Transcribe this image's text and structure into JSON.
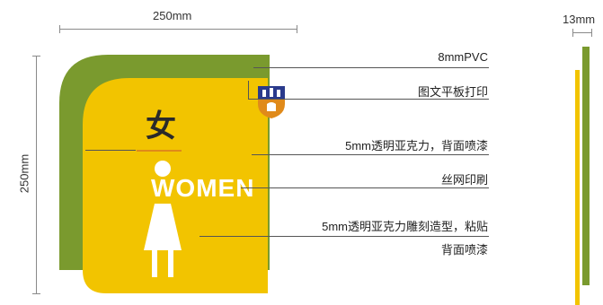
{
  "dimensions": {
    "width": "250mm",
    "height": "250mm",
    "thickness": "13mm"
  },
  "sign": {
    "chinese": "女",
    "english": "WOMEN"
  },
  "callouts": [
    {
      "text": "8mmPVC"
    },
    {
      "text": "图文平板打印"
    },
    {
      "text": "5mm透明亚克力，背面喷漆"
    },
    {
      "text": "丝网印刷"
    },
    {
      "text": "5mm透明亚克力雕刻造型，粘贴"
    },
    {
      "text": "背面喷漆"
    }
  ],
  "colors": {
    "green": "#7a9a2e",
    "yellow": "#f2c400",
    "text_dark": "#2a2a2a",
    "badge_blue": "#2a3a8c",
    "badge_orange": "#e08a1a"
  }
}
